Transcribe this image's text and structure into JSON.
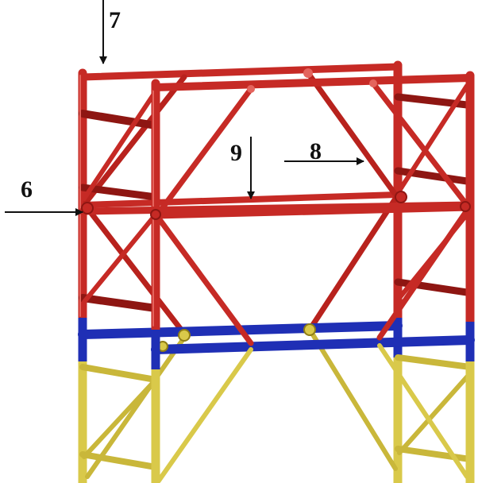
{
  "callouts": {
    "c6": "6",
    "c7": "7",
    "c8": "8",
    "c9": "9"
  },
  "colors": {
    "frame_red": "#c62a25",
    "frame_red_dark": "#8e1612",
    "frame_red_light": "#e4645d",
    "band_blue": "#1f2fb5",
    "band_blue_dark": "#101a70",
    "frame_yellow": "#d9c94a",
    "frame_yellow_dark": "#a59320",
    "arrow": "#111111",
    "background": "#ffffff"
  }
}
